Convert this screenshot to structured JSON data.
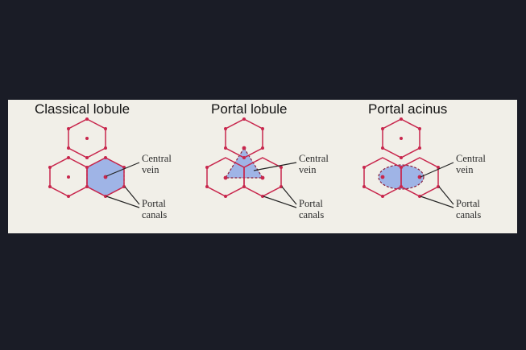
{
  "panels": [
    {
      "title": "Classical lobule",
      "label_central_line1": "Central",
      "label_central_line2": "vein",
      "label_portal_line1": "Portal",
      "label_portal_line2": "canals"
    },
    {
      "title": "Portal lobule",
      "label_central_line1": "Central",
      "label_central_line2": "vein",
      "label_portal_line1": "Portal",
      "label_portal_line2": "canals"
    },
    {
      "title": "Portal acinus",
      "label_central_line1": "Central",
      "label_central_line2": "vein",
      "label_portal_line1": "Portal",
      "label_portal_line2": "canals"
    }
  ],
  "colors": {
    "background": "#1a1c26",
    "paper": "#f1efe8",
    "hexagon_outline": "#c8264c",
    "shaded_region": "#9fb4e6"
  }
}
